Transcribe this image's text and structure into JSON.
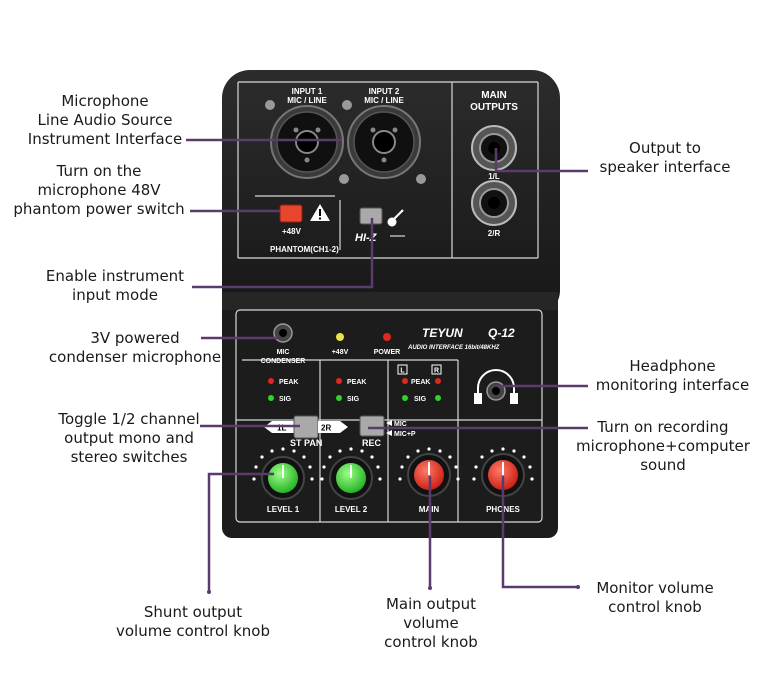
{
  "device": {
    "brand": "TEYUN",
    "model": "Q-12",
    "subtitle": "AUDIO INTERFACE 16bit/48KHZ",
    "input1": [
      "INPUT 1",
      "MIC / LINE"
    ],
    "input2": [
      "INPUT 2",
      "MIC / LINE"
    ],
    "main_outputs": [
      "MAIN",
      "OUTPUTS"
    ],
    "out_l": "1/L",
    "out_r": "2/R",
    "plus48v": "+48V",
    "phantom": "PHANTOM(CH1-2)",
    "hiz": "HI-Z",
    "mic_condenser": [
      "MIC",
      "CONDENSER"
    ],
    "led_48v": "+48V",
    "led_power": "POWER",
    "peak": "PEAK",
    "sig": "SIG",
    "l": "L",
    "r": "R",
    "st_pan": "ST PAN",
    "pan_1l": "1L",
    "pan_2r": "2R",
    "rec": "REC",
    "rec_mic": "MIC",
    "rec_micp": "MIC+P",
    "knobs": [
      "LEVEL 1",
      "LEVEL 2",
      "MAIN",
      "PHONES"
    ]
  },
  "colors": {
    "green_knob": "#2ecc2e",
    "red_knob": "#e8261c",
    "phantom_button": "#e8452c",
    "leader": "#5b3a6e"
  },
  "callouts": {
    "input": [
      "Microphone",
      "Line Audio Source",
      "Instrument Interface"
    ],
    "phantom": [
      "Turn on the",
      "microphone 48V",
      "phantom power switch"
    ],
    "hiz": [
      "Enable instrument",
      "input mode"
    ],
    "condenser": [
      "3V powered",
      "condenser microphone"
    ],
    "stpan": [
      "Toggle 1/2 channel",
      "output mono and",
      "stereo switches"
    ],
    "shunt": [
      "Shunt output",
      "volume control knob"
    ],
    "main": [
      "Main output",
      "volume",
      "control knob"
    ],
    "output": [
      "Output to",
      "speaker interface"
    ],
    "headphone": [
      "Headphone",
      "monitoring interface"
    ],
    "rec": [
      "Turn on recording",
      "microphone+computer",
      "sound"
    ],
    "monitor": [
      "Monitor volume",
      "control knob"
    ]
  }
}
